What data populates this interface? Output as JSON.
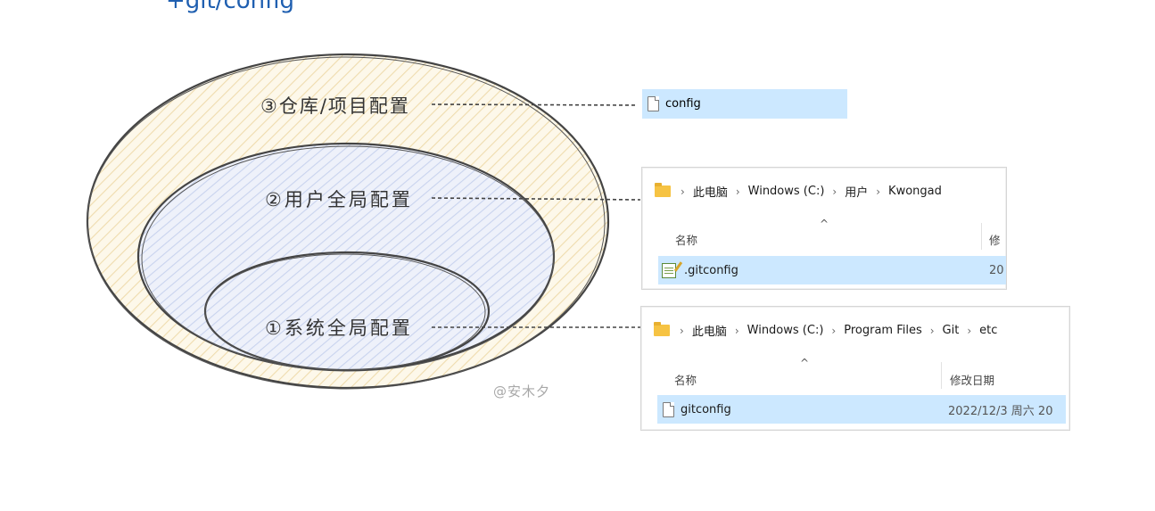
{
  "caption": {
    "text": "+git/config"
  },
  "levels": {
    "repo": "③仓库/项目配置",
    "user": "②用户全局配置",
    "system": "①系统全局配置"
  },
  "watermark": "@安木夕",
  "repo_panel": {
    "file": "config"
  },
  "user_panel": {
    "crumbs": [
      "此电脑",
      "Windows (C:)",
      "用户",
      "Kwongad"
    ],
    "col_name": "名称",
    "col_date": "修",
    "file": ".gitconfig",
    "date": "20"
  },
  "system_panel": {
    "crumbs": [
      "此电脑",
      "Windows (C:)",
      "Program Files",
      "Git",
      "etc"
    ],
    "col_name": "名称",
    "col_date": "修改日期",
    "file": "gitconfig",
    "date": "2022/12/3 周六 20"
  },
  "colors": {
    "outer_fill": "#fbf3dc",
    "middle_fill": "#e3e9f7",
    "inner_fill": "#dfe5f3",
    "stroke": "#444444",
    "selection": "#cce8ff",
    "caption": "#1f5fb0"
  }
}
